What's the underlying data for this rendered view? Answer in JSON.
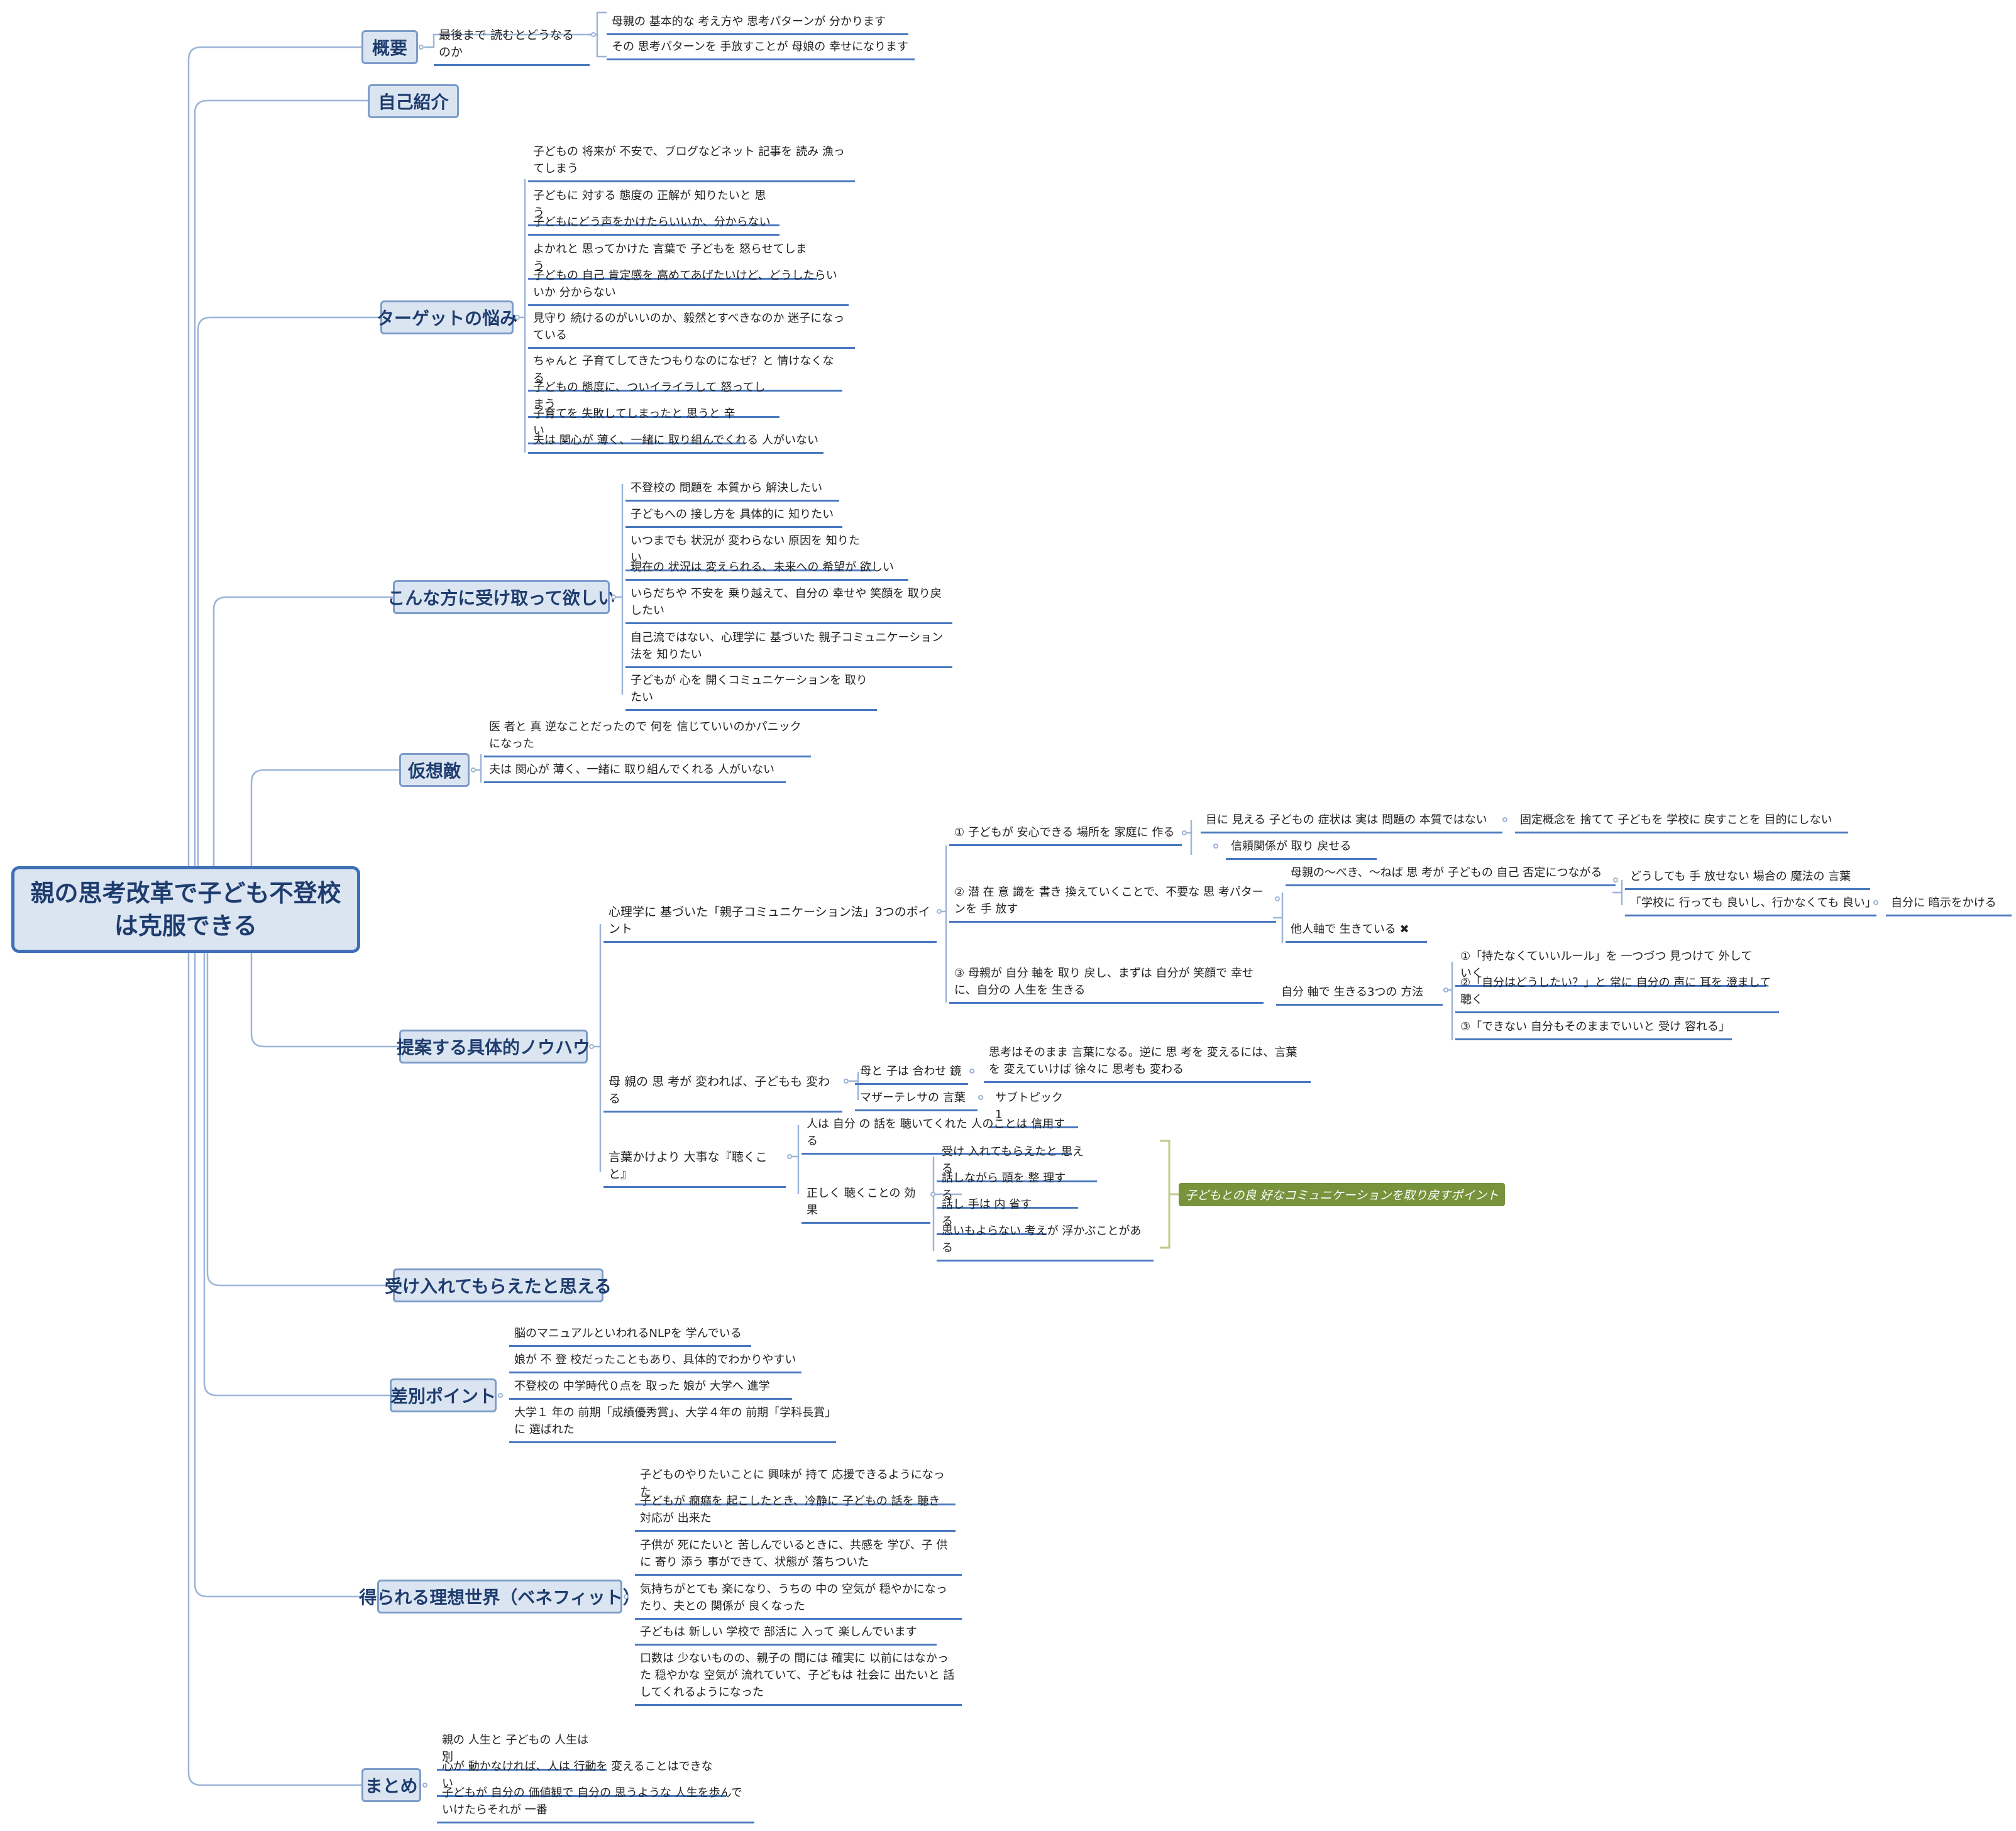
{
  "central": "親の思考改革で子ども不登校は克服できる",
  "branches": {
    "overview": {
      "label": "概要",
      "sub": "最後まで 読むとどうなるのか",
      "items": [
        "母親の 基本的な 考え方や 思考パターンが 分かります",
        "その 思考パターンを 手放すことが 母娘の 幸せになります"
      ]
    },
    "intro": {
      "label": "自己紹介"
    },
    "target": {
      "label": "ターゲットの悩み",
      "items": [
        "子どもの 将来が 不安で、ブログなどネット 記事を 読み 漁ってしまう",
        "子どもに 対する 態度の 正解が 知りたいと 思う",
        "子どもにどう声をかけたらいいか、分からない",
        "よかれと 思ってかけた 言葉で 子どもを 怒らせてしまう",
        "子どもの 自己 肯定感を 高めてあげたいけど、どうしたらいいか 分からない",
        "見守り 続けるのがいいのか、毅然とすべきなのか 迷子になっている",
        "ちゃんと 子育てしてきたつもりなのになぜ？と 情けなくなる",
        "子どもの 態度に、ついイライラして 怒ってしまう",
        "子育てを 失敗してしまったと 思うと 辛い",
        "夫は 関心が 薄く、一緒に 取り組んでくれる 人がいない"
      ]
    },
    "wish": {
      "label": "こんな方に受け取って欲しい",
      "items": [
        "不登校の 問題を 本質から 解決したい",
        "子どもへの 接し方を 具体的に 知りたい",
        "いつまでも 状況が 変わらない 原因を 知りたい",
        "現在の 状況は 変えられる、未来への 希望が 欲しい",
        "いらだちや 不安を 乗り越えて、自分の 幸せや 笑顔を 取り戻したい",
        "自己流ではない、心理学に 基づいた 親子コミュニケーション法を 知りたい",
        "子どもが 心を 開くコミュニケーションを 取りたい"
      ]
    },
    "enemy": {
      "label": "仮想敵",
      "items": [
        "医 者と 真 逆なことだったので 何を 信じていいのかパニックになった",
        "夫は 関心が 薄く、一緒に 取り組んでくれる 人がいない"
      ]
    },
    "knowhow": {
      "label": "提案する具体的ノウハウ",
      "points": {
        "label": "心理学に 基づいた「親子コミュニケーション法」3つのポイント",
        "p1": "① 子どもが 安心できる 場所を 家庭に 作る",
        "p1a": "目に 見える 子どもの 症状は 実は 問題の 本質ではない",
        "p1a1": "固定概念を 捨てて 子どもを 学校に 戻すことを 目的にしない",
        "p1b": "信頼関係が 取り 戻せる",
        "p2": "② 潜 在 意 識を 書き 換えていくことで、不要な 思 考パターンを 手 放す",
        "p2a": "母親の〜べき、〜ねば 思 考が 子どもの 自己 否定につながる",
        "p2a1": "どうしても 手 放せない 場合の 魔法の 言葉",
        "p2a2": "「学校に 行っても 良いし、行かなくても 良い」",
        "p2a2a": "自分に 暗示をかける",
        "p2b": "他人軸で 生きている ✖",
        "p3": "③ 母親が 自分 軸を 取り 戻し、まずは 自分が 笑顔で 幸せに、自分の 人生を 生きる",
        "p3a": "自分 軸で 生きる3つの 方法",
        "p3a1": "①「持たなくていいルール」を 一つづつ 見つけて 外していく",
        "p3a2": "②「自分はどうしたい？」と 常に 自分の 声に 耳を 澄まして 聴く",
        "p3a3": "③「できない 自分もそのままでいいと 受け 容れる」"
      },
      "change": {
        "label": "母 親の 思 考が 変われば、子どもも 変わる",
        "a": "母と 子は 合わせ 鏡",
        "a1": "思考はそのまま 言葉になる。逆に 思 考を 変えるには、言葉を 変えていけば 徐々に 思考も 変わる",
        "b": "マザーテレサの 言葉",
        "b1": "サブトピック 1"
      },
      "listen": {
        "label": "言葉かけより 大事な『聴くこと』",
        "a": "人は 自分 の 話を 聴いてくれた 人のことは 信用する",
        "b": "正しく 聴くことの 効果",
        "items": [
          "受け 入れてもらえたと 思える",
          "話しながら 頭を 整 理する",
          "話し 手は 内 省する",
          "思いもよらない 考えが 浮かぶことがある"
        ],
        "callout": "子どもとの良 好なコミュニケーションを取り戻すポイント"
      }
    },
    "accepted": {
      "label": "受け入れてもらえたと思える"
    },
    "diff": {
      "label": "差別ポイント",
      "items": [
        "脳のマニュアルといわれるNLPを 学んでいる",
        "娘が 不 登 校だったこともあり、具体的でわかりやすい",
        "不登校の 中学時代０点を 取った 娘が 大学へ 進学",
        "大学１ 年の 前期「成績優秀賞」、大学４年の 前期「学科長賞」に 選ばれた"
      ]
    },
    "benefit": {
      "label": "得られる理想世界（ベネフィット）",
      "items": [
        "子どものやりたいことに 興味が 持て 応援できるようになった",
        "子どもが 癇癪を 起こしたとき、冷静に 子どもの 話を 聴き 対応が 出来た",
        "子供が 死にたいと 苦しんでいるときに、共感を 学び、子 供に 寄り 添う 事ができて、状態が 落ちついた",
        "気持ちがとても 楽になり、うちの 中の 空気が 穏やかになったり、夫との 関係が 良くなった",
        "子どもは 新しい 学校で 部活に 入って 楽しんでいます",
        "口数は 少ないものの、親子の 間には 確実に 以前にはなかった 穏やかな 空気が 流れていて、子どもは 社会に 出たいと 話してくれるようになった"
      ]
    },
    "summary": {
      "label": "まとめ",
      "items": [
        "親の 人生と 子どもの 人生は 別",
        "心が 動かなければ、人は 行動を 変えることはできない",
        "子どもが 自分の 価値観で 自分の 思うような 人生を歩んでいけたらそれが 一番"
      ]
    }
  },
  "colors": {
    "line": "#4a78c0",
    "connector": "#9cb4d8",
    "main_fill": "#dbe5f1",
    "callout": "#77933c"
  }
}
